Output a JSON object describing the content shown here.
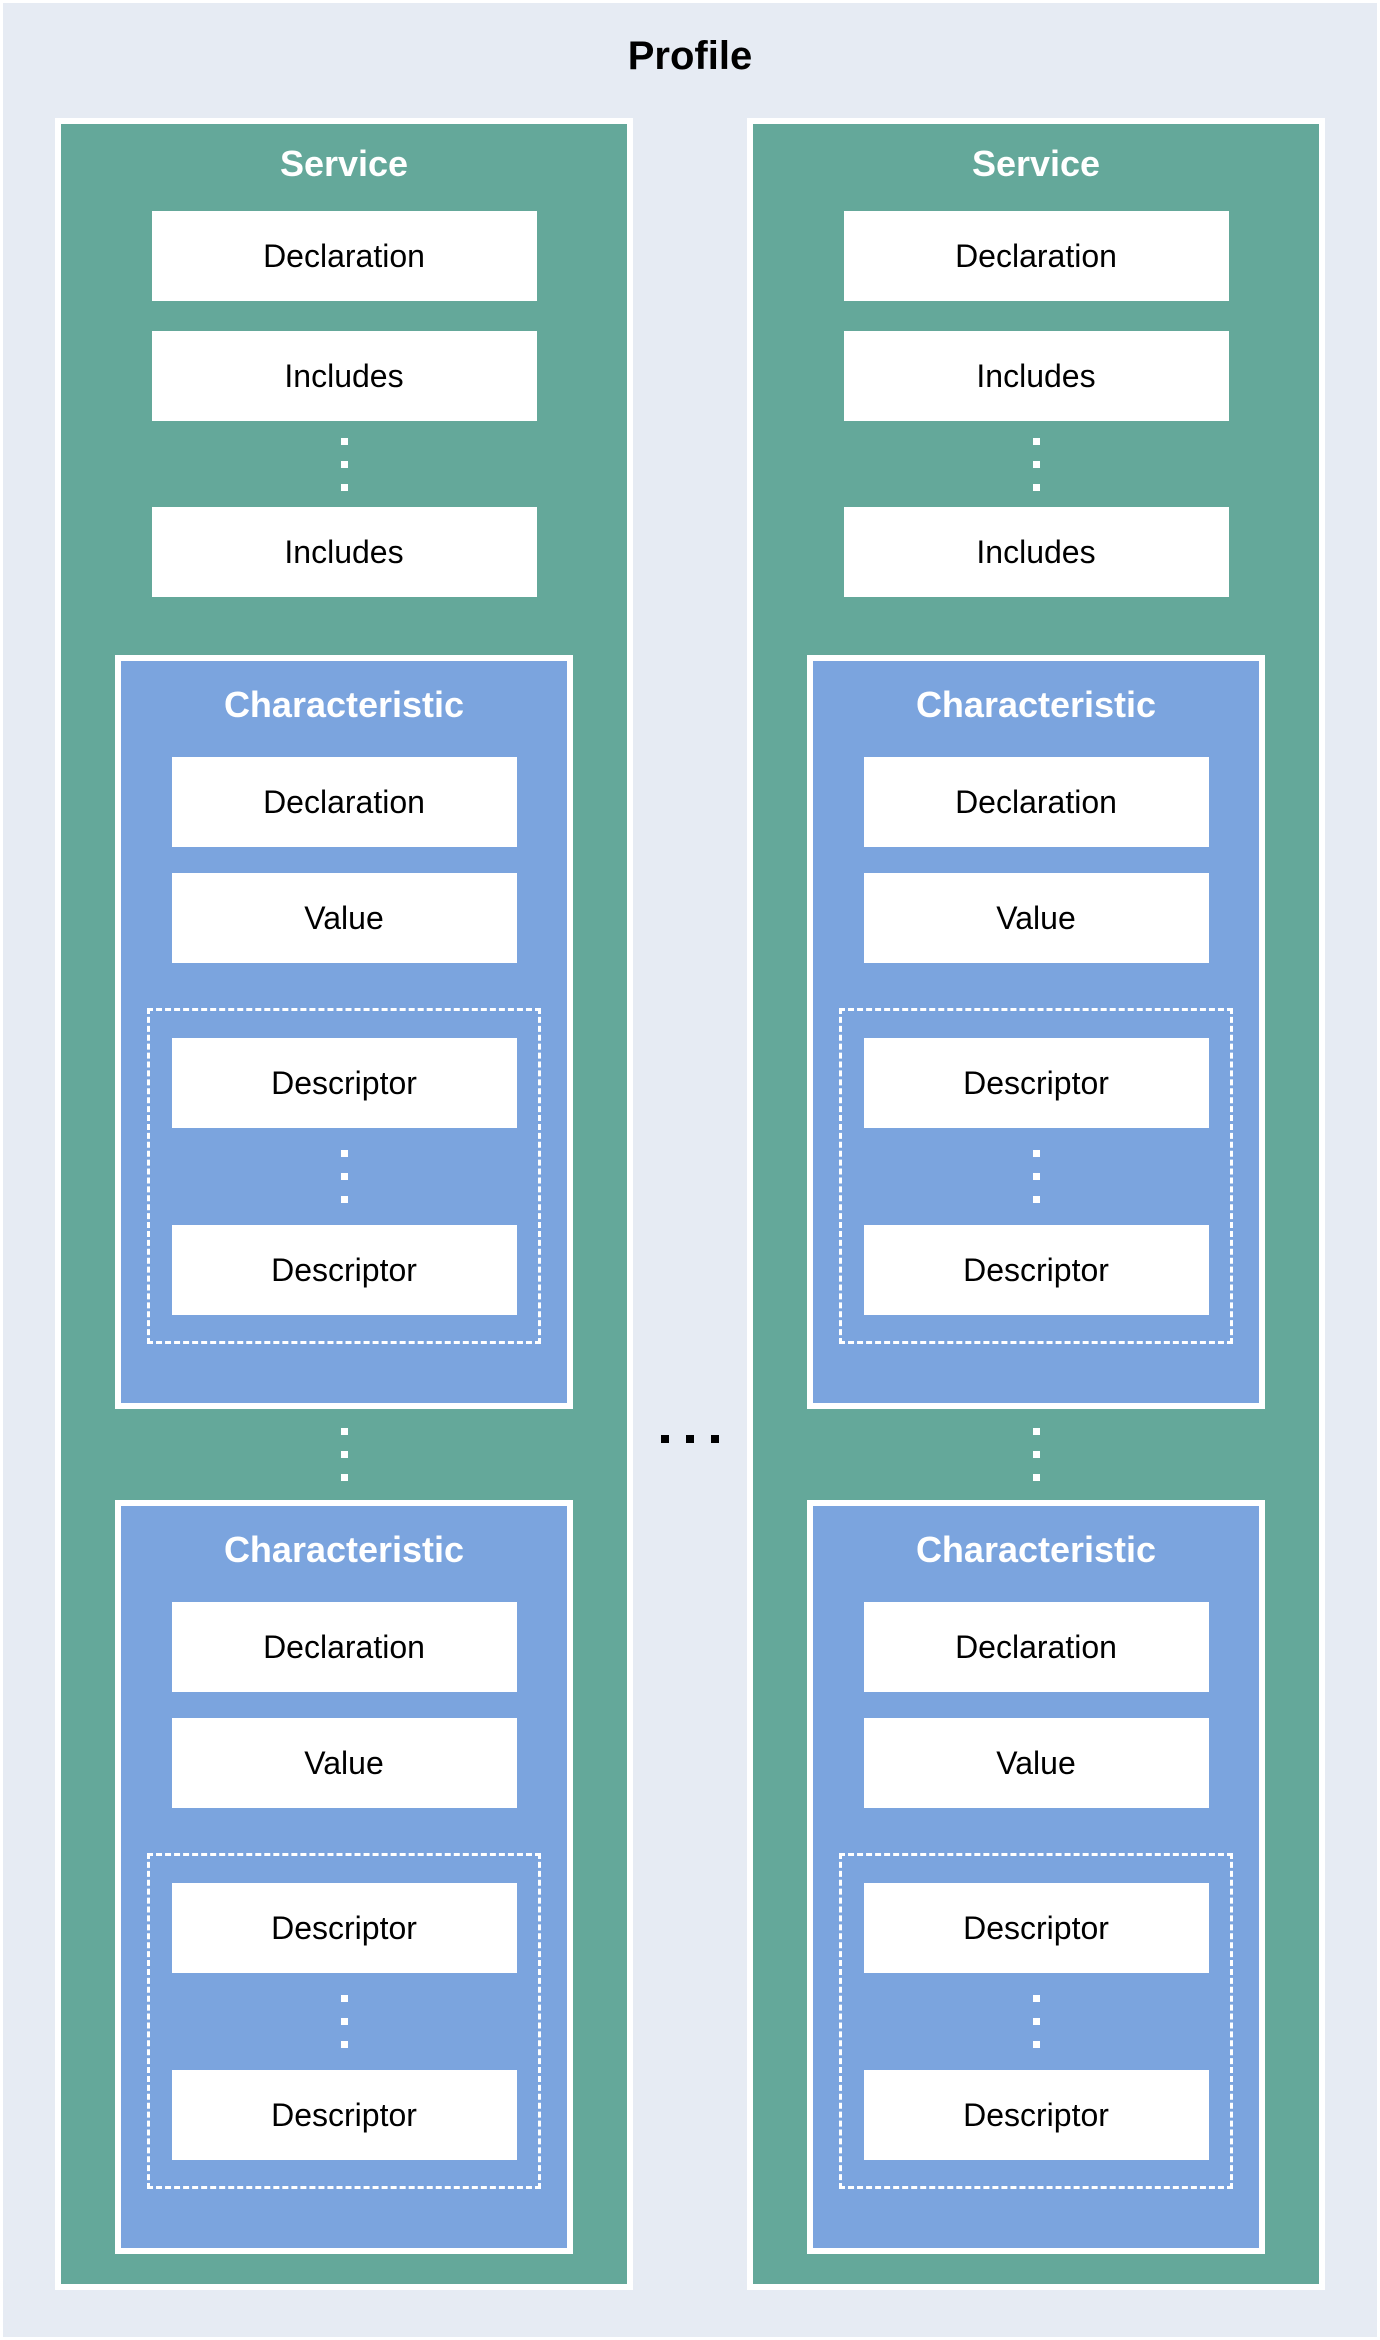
{
  "page": {
    "title": "Profile"
  },
  "colors": {
    "background": "#e6ebf3",
    "service_fill": "#64a89a",
    "characteristic_fill": "#7ba4de",
    "box_fill": "#ffffff",
    "panel_border": "#ffffff",
    "page_title_text": "#000000",
    "panel_title_text": "#ffffff",
    "box_text": "#000000",
    "vertical_dots": "#ffffff",
    "horizontal_dots": "#000000"
  },
  "icons": {
    "vertical_ellipsis": "three stacked white square dots",
    "horizontal_ellipsis": "three black square dots in a row"
  },
  "services": [
    {
      "title": "Service",
      "declaration": "Declaration",
      "includes_first": "Includes",
      "includes_last": "Includes",
      "characteristics": [
        {
          "title": "Characteristic",
          "declaration": "Declaration",
          "value": "Value",
          "descriptor_first": "Descriptor",
          "descriptor_last": "Descriptor"
        },
        {
          "title": "Characteristic",
          "declaration": "Declaration",
          "value": "Value",
          "descriptor_first": "Descriptor",
          "descriptor_last": "Descriptor"
        }
      ]
    },
    {
      "title": "Service",
      "declaration": "Declaration",
      "includes_first": "Includes",
      "includes_last": "Includes",
      "characteristics": [
        {
          "title": "Characteristic",
          "declaration": "Declaration",
          "value": "Value",
          "descriptor_first": "Descriptor",
          "descriptor_last": "Descriptor"
        },
        {
          "title": "Characteristic",
          "declaration": "Declaration",
          "value": "Value",
          "descriptor_first": "Descriptor",
          "descriptor_last": "Descriptor"
        }
      ]
    }
  ]
}
